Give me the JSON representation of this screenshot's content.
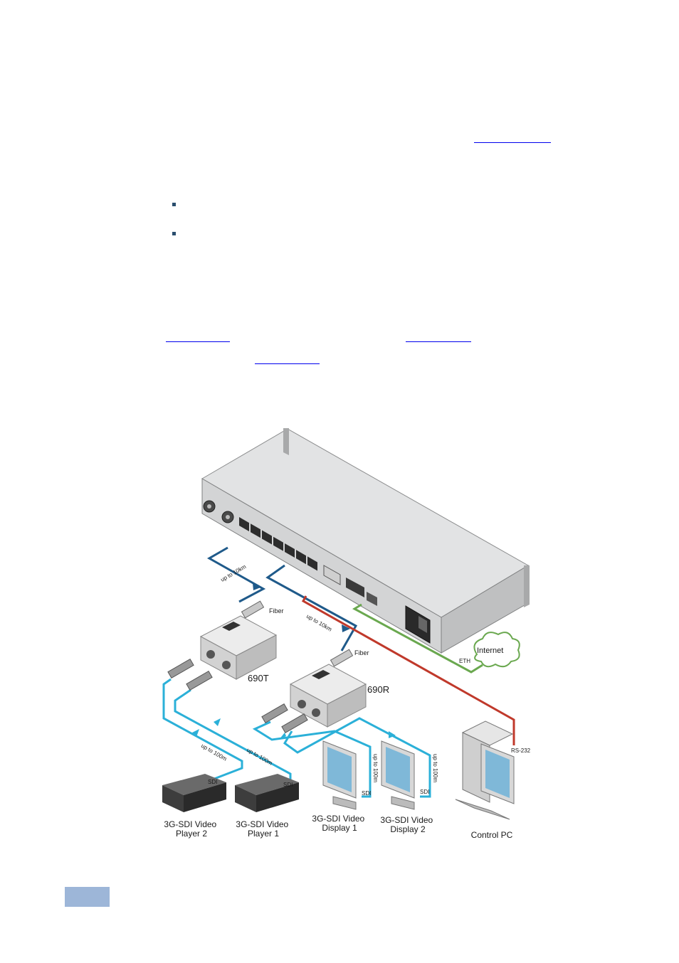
{
  "diagram": {
    "devices": {
      "transmitter": "690T",
      "receiver": "690R",
      "player2": [
        "3G-SDI Video",
        "Player 2"
      ],
      "player1": [
        "3G-SDI Video",
        "Player 1"
      ],
      "display1": [
        "3G-SDI Video",
        "Display 1"
      ],
      "display2": [
        "3G-SDI Video",
        "Display 2"
      ],
      "control_pc": "Control PC",
      "internet": "Internet"
    },
    "cable_labels": {
      "fiber": "Fiber",
      "fiber_distance": "up to 10km",
      "sdi": "SDI",
      "sdi_distance": "up to 100m",
      "eth": "ETH",
      "rs232": "RS-232"
    }
  },
  "colors": {
    "fiber_cable": "#1f5a8a",
    "sdi_cable": "#2bb0d8",
    "ethernet_cable": "#6aa84f",
    "rs232_cable": "#c0392b",
    "page_tab": "#9db6d8",
    "link": "#0000ee",
    "bullet": "#2a4e6e"
  }
}
